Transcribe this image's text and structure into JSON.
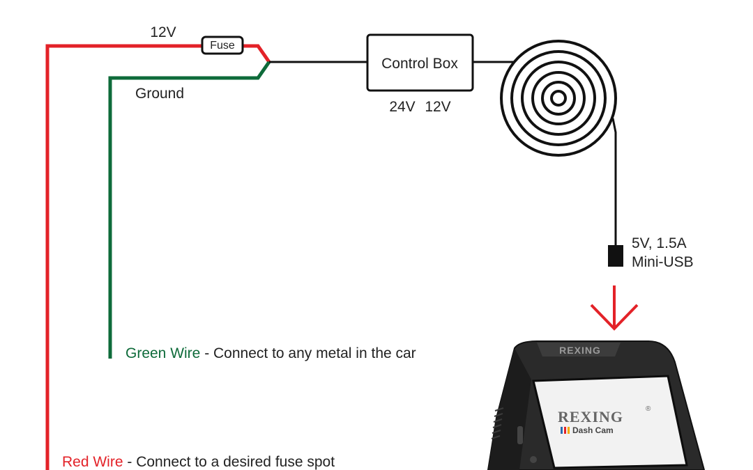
{
  "labels": {
    "voltage_12v": "12V",
    "fuse": "Fuse",
    "ground": "Ground",
    "control_box": "Control Box",
    "control_box_24v": "24V",
    "control_box_12v": "12V",
    "usb_spec_line1": "5V, 1.5A",
    "usb_spec_line2": "Mini-USB",
    "camera_brand_top": "REXING",
    "camera_brand_screen": "REXING",
    "camera_registered": "®",
    "camera_model_screen": "Dash Cam"
  },
  "green_wire": {
    "name": "Green Wire",
    "description": " - Connect to any metal in the car"
  },
  "red_wire": {
    "name": "Red Wire",
    "description": " - Connect to a desired fuse spot"
  },
  "colors": {
    "red_wire": "#e32228",
    "green_wire": "#0e6b3a",
    "cable": "#111111",
    "arrow": "#e32228"
  }
}
